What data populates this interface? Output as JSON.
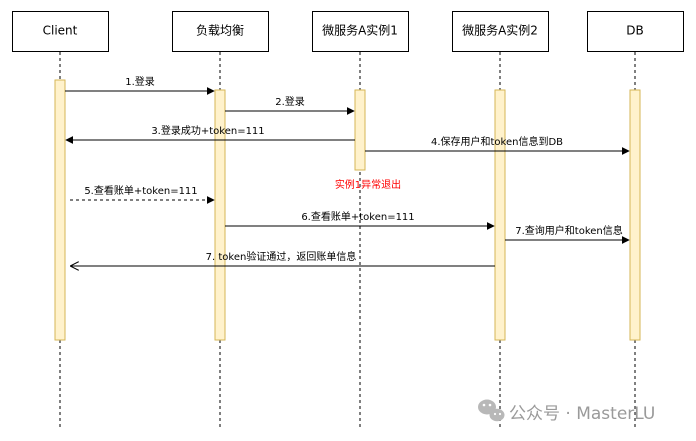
{
  "participants": [
    "Client",
    "负载均衡",
    "微服务A实例1",
    "微服务A实例2",
    "DB"
  ],
  "messages": [
    {
      "label": "1.登录",
      "from": 0,
      "to": 1,
      "style": "solid"
    },
    {
      "label": "2.登录",
      "from": 1,
      "to": 2,
      "style": "solid"
    },
    {
      "label": "3.登录成功+token=111",
      "from": 2,
      "to": 0,
      "style": "solid"
    },
    {
      "label": "4.保存用户和token信息到DB",
      "from": 2,
      "to": 4,
      "style": "solid"
    },
    {
      "label": "5.查看账单+token=111",
      "from": 0,
      "to": 1,
      "style": "dashed"
    },
    {
      "label": "6.查看账单+token=111",
      "from": 1,
      "to": 3,
      "style": "solid"
    },
    {
      "label": "7.查询用户和token信息",
      "from": 3,
      "to": 4,
      "style": "solid"
    },
    {
      "label": "7. token验证通过，返回账单信息",
      "from": 3,
      "to": 0,
      "style": "solid"
    }
  ],
  "note": "实例1异常退出",
  "watermark": "公众号 · MasterLU",
  "colors": {
    "activation_fill": "#fff2cc",
    "activation_stroke": "#d6b656",
    "note": "#ff0000"
  }
}
